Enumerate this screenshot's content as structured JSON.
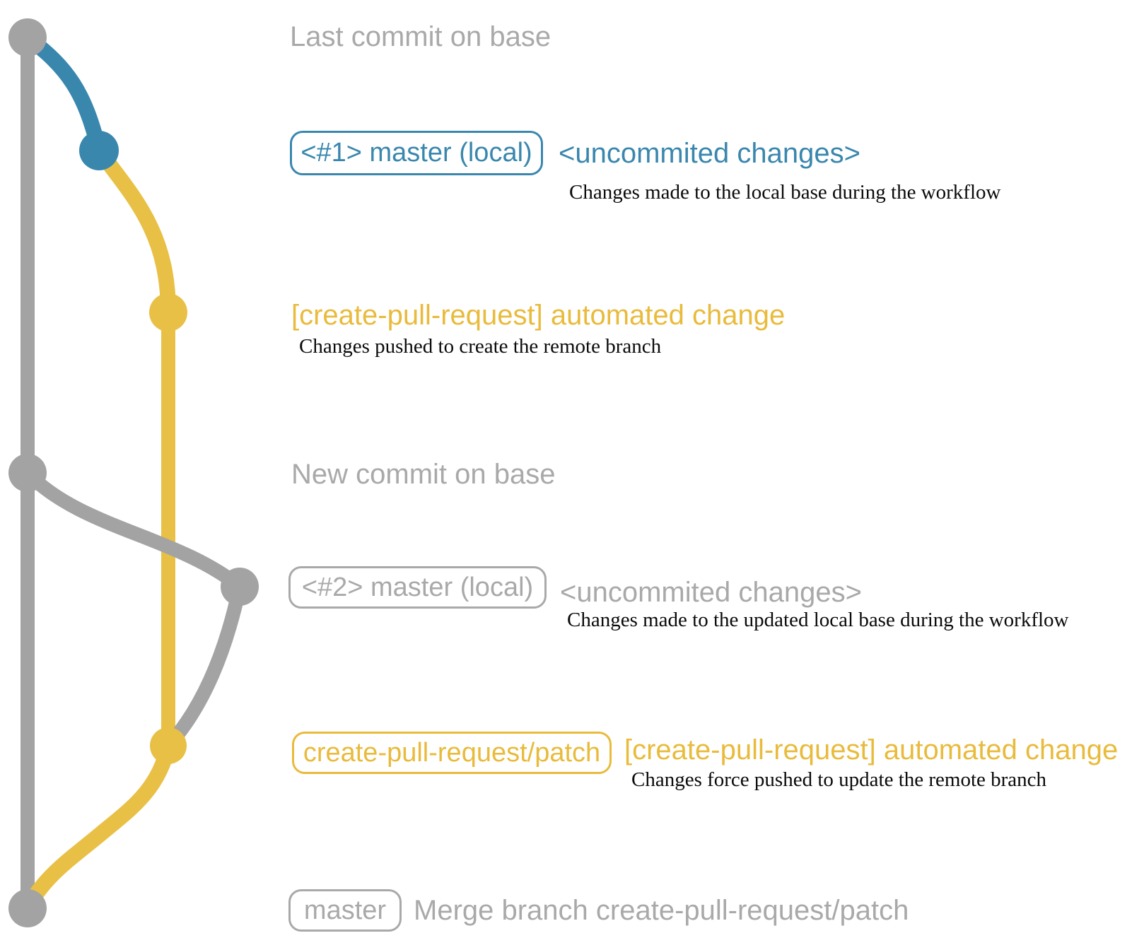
{
  "diagram": {
    "type": "git-commit-graph",
    "colors": {
      "base_gray": "#a3a3a3",
      "branch_blue": "#3a87ae",
      "branch_yellow": "#e9c046",
      "label_gray": "#a9a9a9",
      "note_black": "#0a0a0a"
    },
    "rows": {
      "last_commit_on_base": {
        "text": "Last commit on base"
      },
      "local_commit_1": {
        "badge": "<#1> master (local)",
        "message": "<uncommited changes>",
        "note": "Changes made to the local base during the workflow"
      },
      "remote_push_1": {
        "message": "[create-pull-request] automated change",
        "note": "Changes pushed to create the remote branch"
      },
      "new_commit_on_base": {
        "text": "New commit on base"
      },
      "local_commit_2": {
        "badge": "<#2> master (local)",
        "message": "<uncommited changes>",
        "note": "Changes made to the updated local base during the workflow"
      },
      "remote_force_push": {
        "badge": "create-pull-request/patch",
        "message": "[create-pull-request] automated change",
        "note": "Changes force pushed to update the remote branch"
      },
      "merge_commit": {
        "badge": "master",
        "message": "Merge branch create-pull-request/patch"
      }
    }
  }
}
